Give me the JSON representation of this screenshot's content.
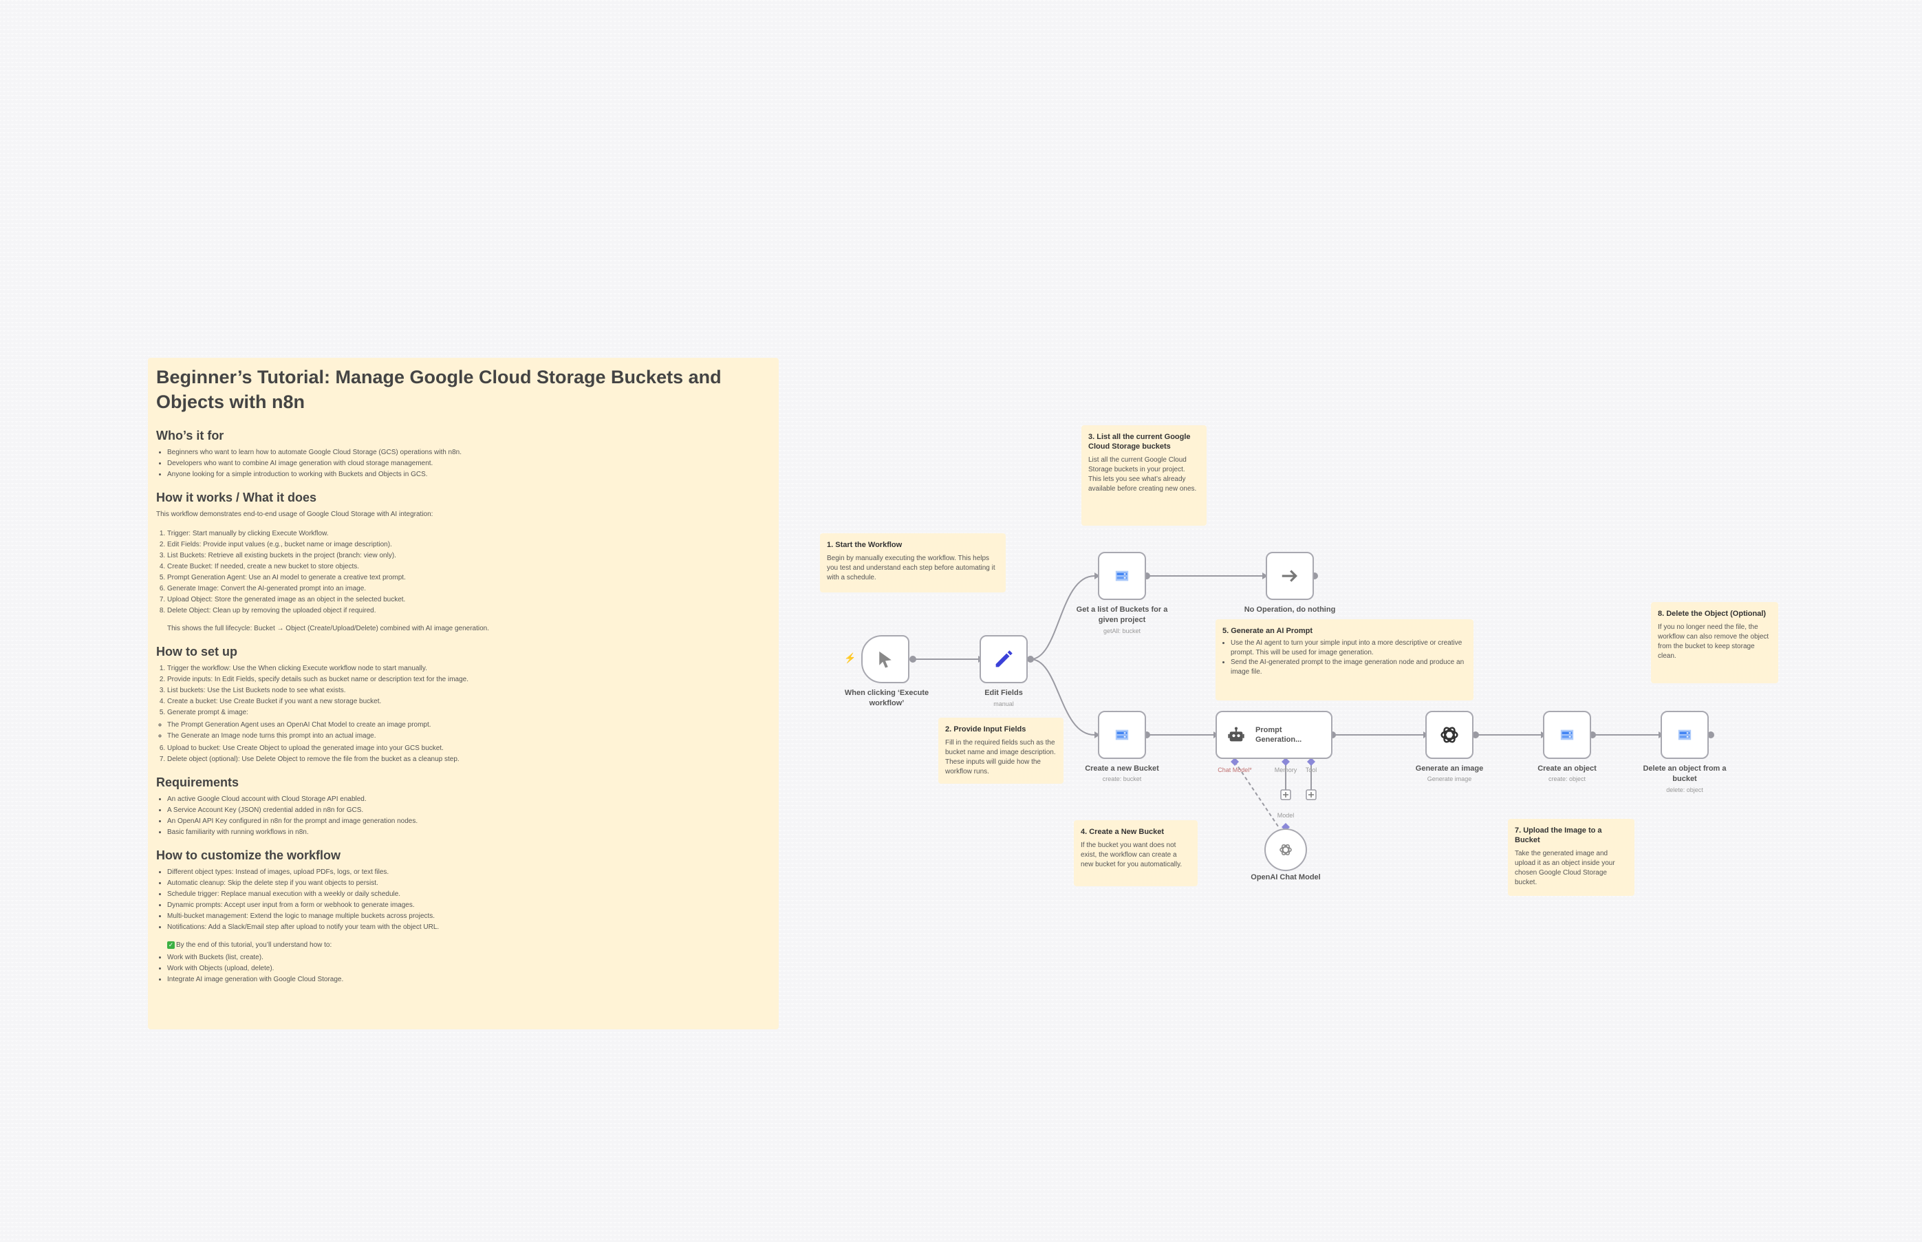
{
  "tutorial": {
    "title": "Beginner’s Tutorial: Manage Google Cloud Storage Buckets and Objects with n8n",
    "who_heading": "Who’s it for",
    "who_items": [
      "Beginners who want to learn how to automate Google Cloud Storage (GCS) operations with n8n.",
      "Developers who want to combine AI image generation with cloud storage management.",
      "Anyone looking for a simple introduction to working with Buckets and Objects in GCS."
    ],
    "how_heading": "How it works / What it does",
    "how_intro": "This workflow demonstrates end-to-end usage of Google Cloud Storage with AI integration:",
    "how_steps": [
      "Trigger: Start manually by clicking Execute Workflow.",
      "Edit Fields: Provide input values (e.g., bucket name or image description).",
      "List Buckets: Retrieve all existing buckets in the project (branch: view only).",
      "Create Bucket: If needed, create a new bucket to store objects.",
      "Prompt Generation Agent: Use an AI model to generate a creative text prompt.",
      "Generate Image: Convert the AI-generated prompt into an image.",
      "Upload Object: Store the generated image as an object in the selected bucket.",
      "Delete Object: Clean up by removing the uploaded object if required."
    ],
    "how_outro": "This shows the full lifecycle: Bucket → Object (Create/Upload/Delete) combined with AI image generation.",
    "setup_heading": "How to set up",
    "setup_steps": [
      "Trigger the workflow: Use the When clicking Execute workflow node to start manually.",
      "Provide inputs: In Edit Fields, specify details such as bucket name or description text for the image.",
      "List buckets: Use the List Buckets node to see what exists.",
      "Create a bucket: Use Create Bucket if you want a new storage bucket.",
      "Generate prompt & image:"
    ],
    "setup_sub": [
      "The Prompt Generation Agent uses an OpenAI Chat Model to create an image prompt.",
      "The Generate an Image node turns this prompt into an actual image."
    ],
    "setup_steps2": [
      "Upload to bucket: Use Create Object to upload the generated image into your GCS bucket.",
      "Delete object (optional): Use Delete Object to remove the file from the bucket as a cleanup step."
    ],
    "req_heading": "Requirements",
    "req_items": [
      "An active Google Cloud account with Cloud Storage API enabled.",
      "A Service Account Key (JSON) credential added in n8n for GCS.",
      "An OpenAI API Key configured in n8n for the prompt and image generation nodes.",
      "Basic familiarity with running workflows in n8n."
    ],
    "cust_heading": "How to customize the workflow",
    "cust_items": [
      "Different object types: Instead of images, upload PDFs, logs, or text files.",
      "Automatic cleanup: Skip the delete step if you want objects to persist.",
      "Schedule trigger: Replace manual execution with a weekly or daily schedule.",
      "Dynamic prompts: Accept user input from a form or webhook to generate images.",
      "Multi-bucket management: Extend the logic to manage multiple buckets across projects.",
      "Notifications: Add a Slack/Email step after upload to notify your team with the object URL."
    ],
    "end_intro": "By the end of this tutorial, you’ll understand how to:",
    "end_items": [
      "Work with Buckets (list, create).",
      "Work with Objects (upload, delete).",
      "Integrate AI image generation with Google Cloud Storage."
    ]
  },
  "notes": {
    "n1": {
      "title": "1. Start the Workflow",
      "body": "Begin by manually executing the workflow. This helps you test and understand each step before automating it with a schedule."
    },
    "n2": {
      "title": "2. Provide Input Fields",
      "body": "Fill in the required fields such as the bucket name and image description. These inputs will guide how the workflow runs."
    },
    "n3": {
      "title": "3. List all the current Google Cloud Storage buckets",
      "body": "List all the current Google Cloud Storage buckets in your project. This lets you see what’s already available before creating new ones."
    },
    "n4": {
      "title": "4. Create a New Bucket",
      "body": "If the bucket you want does not exist, the workflow can create a new bucket for you automatically."
    },
    "n5": {
      "title": "5. Generate an AI Prompt",
      "items": [
        "Use the AI agent to turn your simple input into a more descriptive or creative prompt. This will be used for image generation.",
        "Send the AI-generated prompt to the image generation node and produce an image file."
      ]
    },
    "n7": {
      "title": "7. Upload the Image to a Bucket",
      "body": "Take the generated image and upload it as an object inside your chosen Google Cloud Storage bucket."
    },
    "n8": {
      "title": "8. Delete the Object (Optional)",
      "body": "If you no longer need the file, the workflow can also remove the object from the bucket to keep storage clean."
    }
  },
  "nodes": {
    "trigger": {
      "label": "When clicking ‘Execute workflow’"
    },
    "edit": {
      "label": "Edit Fields",
      "sub": "manual"
    },
    "getall": {
      "label": "Get a list of Buckets for a given project",
      "sub": "getAll: bucket"
    },
    "noop": {
      "label": "No Operation, do nothing"
    },
    "createbucket": {
      "label": "Create a new Bucket",
      "sub": "create: bucket"
    },
    "agent": {
      "label": "Prompt Generation...",
      "ports": [
        "Chat Model*",
        "Memory",
        "Tool"
      ]
    },
    "chatmodel": {
      "label": "OpenAI Chat Model",
      "port": "Model"
    },
    "genimage": {
      "label": "Generate an image",
      "sub": "Generate image"
    },
    "createobj": {
      "label": "Create an object",
      "sub": "create: object"
    },
    "deleteobj": {
      "label": "Delete an object from a bucket",
      "sub": "delete: object"
    }
  },
  "colors": {
    "sticky": "#fff3d6",
    "edge": "#9a9aa2",
    "edit_icon": "#3b41d8",
    "trigger_bolt": "#ff6d5a"
  }
}
